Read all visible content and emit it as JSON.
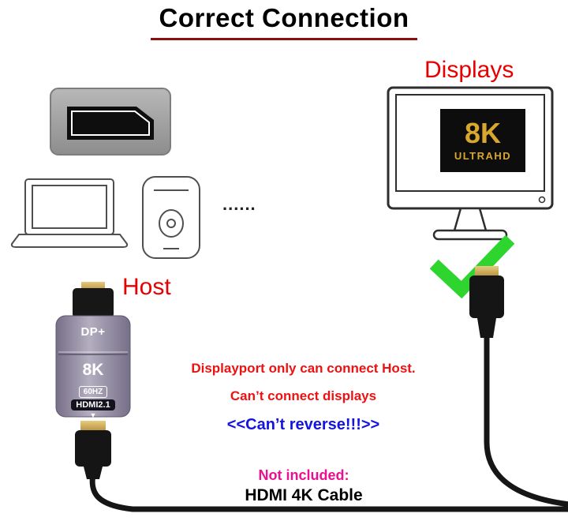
{
  "title": "Correct Connection",
  "labels": {
    "displays": "Displays",
    "host": "Host",
    "ellipsis": "......"
  },
  "monitor_badge": {
    "line1": "8K",
    "line2": "ULTRAHD"
  },
  "adapter": {
    "top_label": "DP+",
    "resolution": "8K",
    "refresh": "60HZ",
    "spec": "HDMI2.1",
    "arrow": "▼"
  },
  "notes": {
    "line1": "Displayport only can connect Host.",
    "line2": "Can’t connect displays",
    "reverse": "<<Can’t reverse!!!>>"
  },
  "footer": {
    "not_included": "Not included:",
    "cable_name": "HDMI 4K Cable"
  },
  "colors": {
    "accent_red": "#e60000",
    "accent_blue": "#1414e0",
    "accent_magenta": "#ec0f8f",
    "check_green": "#2ed52e",
    "gold": "#d9a62e",
    "underline_maroon": "#8b1111"
  }
}
